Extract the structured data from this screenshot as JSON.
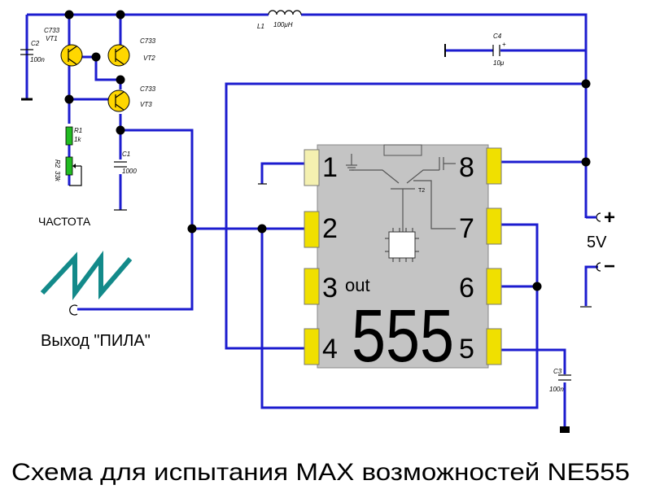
{
  "components": {
    "vt1": {
      "model": "C733",
      "ref": "VT1"
    },
    "vt2": {
      "model": "C733",
      "ref": "VT2"
    },
    "vt3": {
      "model": "C733",
      "ref": "VT3"
    },
    "c2": {
      "ref": "C2",
      "value": "100n"
    },
    "r1": {
      "ref": "R1",
      "value": "1k"
    },
    "r2": {
      "ref": "R2",
      "value": "33k"
    },
    "c1": {
      "ref": "C1",
      "value": "1000"
    },
    "l1": {
      "ref": "L1",
      "value": "100μH"
    },
    "c4": {
      "ref": "C4",
      "value": "10μ",
      "polarity": "+"
    },
    "c3": {
      "ref": "C3",
      "value": "100n"
    },
    "t2": {
      "ref": "T2"
    }
  },
  "chip": {
    "big_label": "555",
    "out_label": "out",
    "pins_left": [
      "1",
      "2",
      "3",
      "4"
    ],
    "pins_right": [
      "8",
      "7",
      "6",
      "5"
    ]
  },
  "labels": {
    "frequency": "ЧАСТОТА",
    "saw_output": "Выход \"ПИЛА\"",
    "supply": "5V",
    "plus": "+",
    "minus": "−"
  },
  "caption": "Схема для испытания  MAX возможностей NE555",
  "colors": {
    "wire": "#1c1ccf",
    "chip_body": "#c4c4c4",
    "pin_pad": "#f0e000",
    "pin_1": "#f4f0b0",
    "sawtooth": "#138a8a",
    "resistor": "#22bb22",
    "transistor": "#ffd700"
  }
}
